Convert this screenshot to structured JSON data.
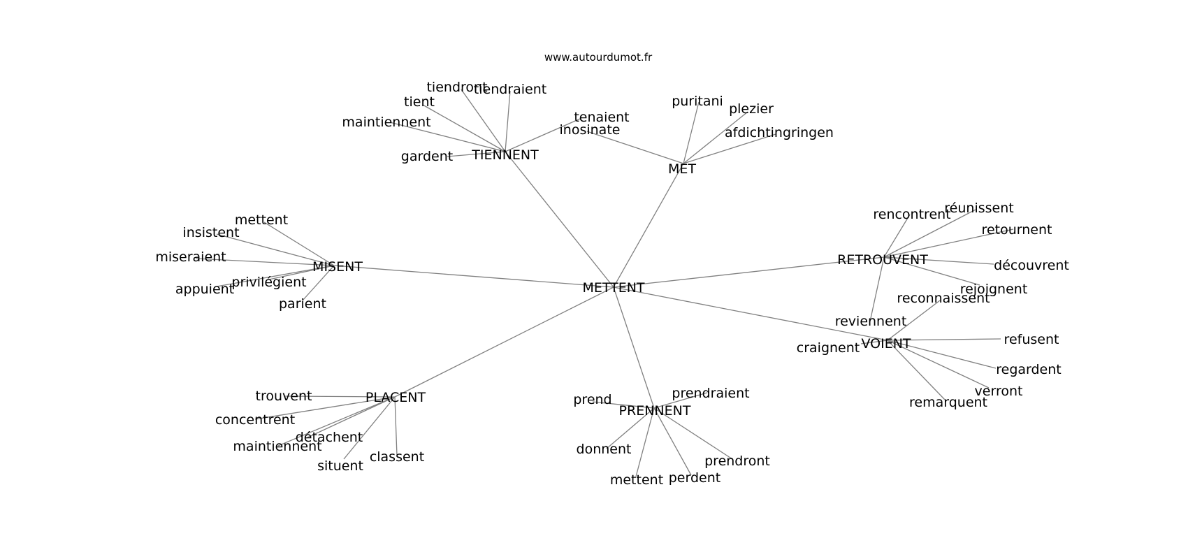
{
  "site": "www.autourdumot.fr",
  "center": "METTENT",
  "clusters": [
    {
      "id": "TIENNENT",
      "leaves": [
        "tiendront",
        "tiendraient",
        "tient",
        "maintiennent",
        "gardent",
        "tenaient"
      ]
    },
    {
      "id": "MET",
      "leaves": [
        "puritani",
        "plezier",
        "afdichtingringen",
        "inosinate"
      ]
    },
    {
      "id": "MISENT",
      "leaves": [
        "mettent",
        "insistent",
        "miseraient",
        "privilégient",
        "appuient",
        "parient"
      ]
    },
    {
      "id": "RETROUVENT",
      "leaves": [
        "rencontrent",
        "réunissent",
        "retournent",
        "découvrent",
        "rejoignent",
        "reviennent"
      ]
    },
    {
      "id": "VOIENT",
      "leaves": [
        "reconnaissent",
        "refusent",
        "craignent",
        "regardent",
        "verront",
        "remarquent"
      ]
    },
    {
      "id": "PLACENT",
      "leaves": [
        "trouvent",
        "concentrent",
        "détachent",
        "maintiennent",
        "situent",
        "classent"
      ]
    },
    {
      "id": "PRENNENT",
      "leaves": [
        "prend",
        "prendraient",
        "donnent",
        "prendront",
        "mettent",
        "perdent"
      ]
    }
  ]
}
